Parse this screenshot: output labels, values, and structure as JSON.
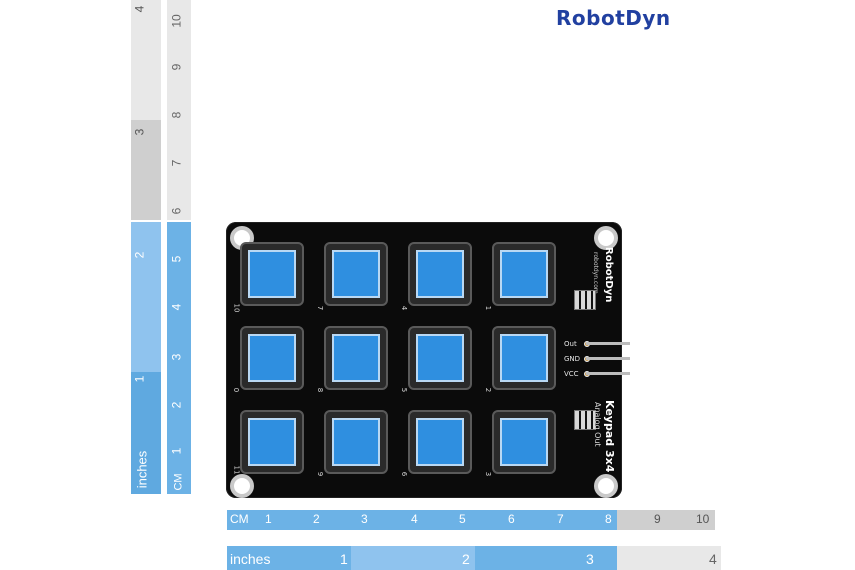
{
  "brand": {
    "logo_text": "RobotDyn"
  },
  "board": {
    "title": "Keypad 3x4",
    "subtitle": "Analog Out",
    "logo_text": "RobotDyn",
    "url": "robotdyn.com",
    "pins": [
      "Out",
      "GND",
      "VCC"
    ],
    "key_labels": [
      "10",
      "7",
      "4",
      "1",
      "0",
      "8",
      "5",
      "2",
      "11",
      "9",
      "6",
      "3"
    ]
  },
  "rulers": {
    "vertical_inches_unit": "inches",
    "vertical_cm_unit": "CM",
    "vertical_inches_ticks": [
      "4",
      "3",
      "2",
      "1"
    ],
    "vertical_cm_ticks": [
      "10",
      "9",
      "8",
      "7",
      "6",
      "5",
      "4",
      "3",
      "2",
      "1"
    ],
    "horizontal_cm_unit": "CM",
    "horizontal_cm_ticks": [
      "1",
      "2",
      "3",
      "4",
      "5",
      "6",
      "7",
      "8",
      "9",
      "10"
    ],
    "horizontal_inches_unit": "inches",
    "horizontal_inches_ticks": [
      "1",
      "2",
      "3",
      "4"
    ]
  }
}
